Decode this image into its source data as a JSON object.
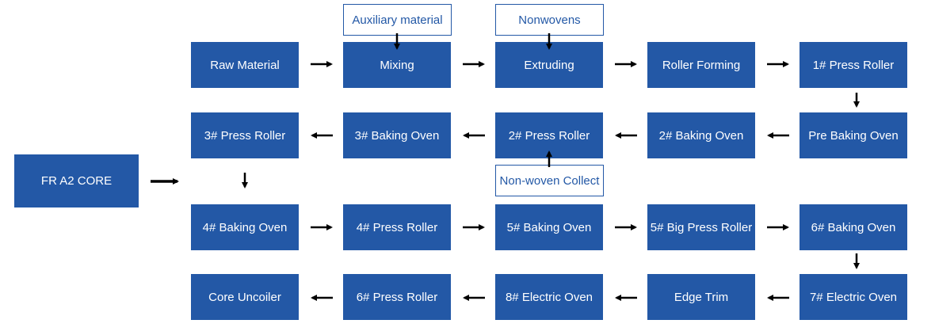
{
  "title": "FR A2 CORE",
  "colors": {
    "box_fill": "#2358a6",
    "box_text": "#ffffff",
    "arrow": "#000000"
  },
  "inputs": {
    "auxiliary": "Auxiliary material",
    "nonwovens": "Nonwovens",
    "nonwoven_collect": "Non-woven Collect"
  },
  "rows": [
    [
      "Raw Material",
      "Mixing",
      "Extruding",
      "Roller Forming",
      "1# Press Roller"
    ],
    [
      "3# Press Roller",
      "3# Baking Oven",
      "2# Press Roller",
      "2# Baking Oven",
      "Pre Baking Oven"
    ],
    [
      "4# Baking Oven",
      "4# Press Roller",
      "5# Baking Oven",
      "5# Big Press Roller",
      "6# Baking Oven"
    ],
    [
      "Core Uncoiler",
      "6# Press Roller",
      "8# Electric Oven",
      "Edge Trim",
      "7# Electric Oven"
    ]
  ]
}
